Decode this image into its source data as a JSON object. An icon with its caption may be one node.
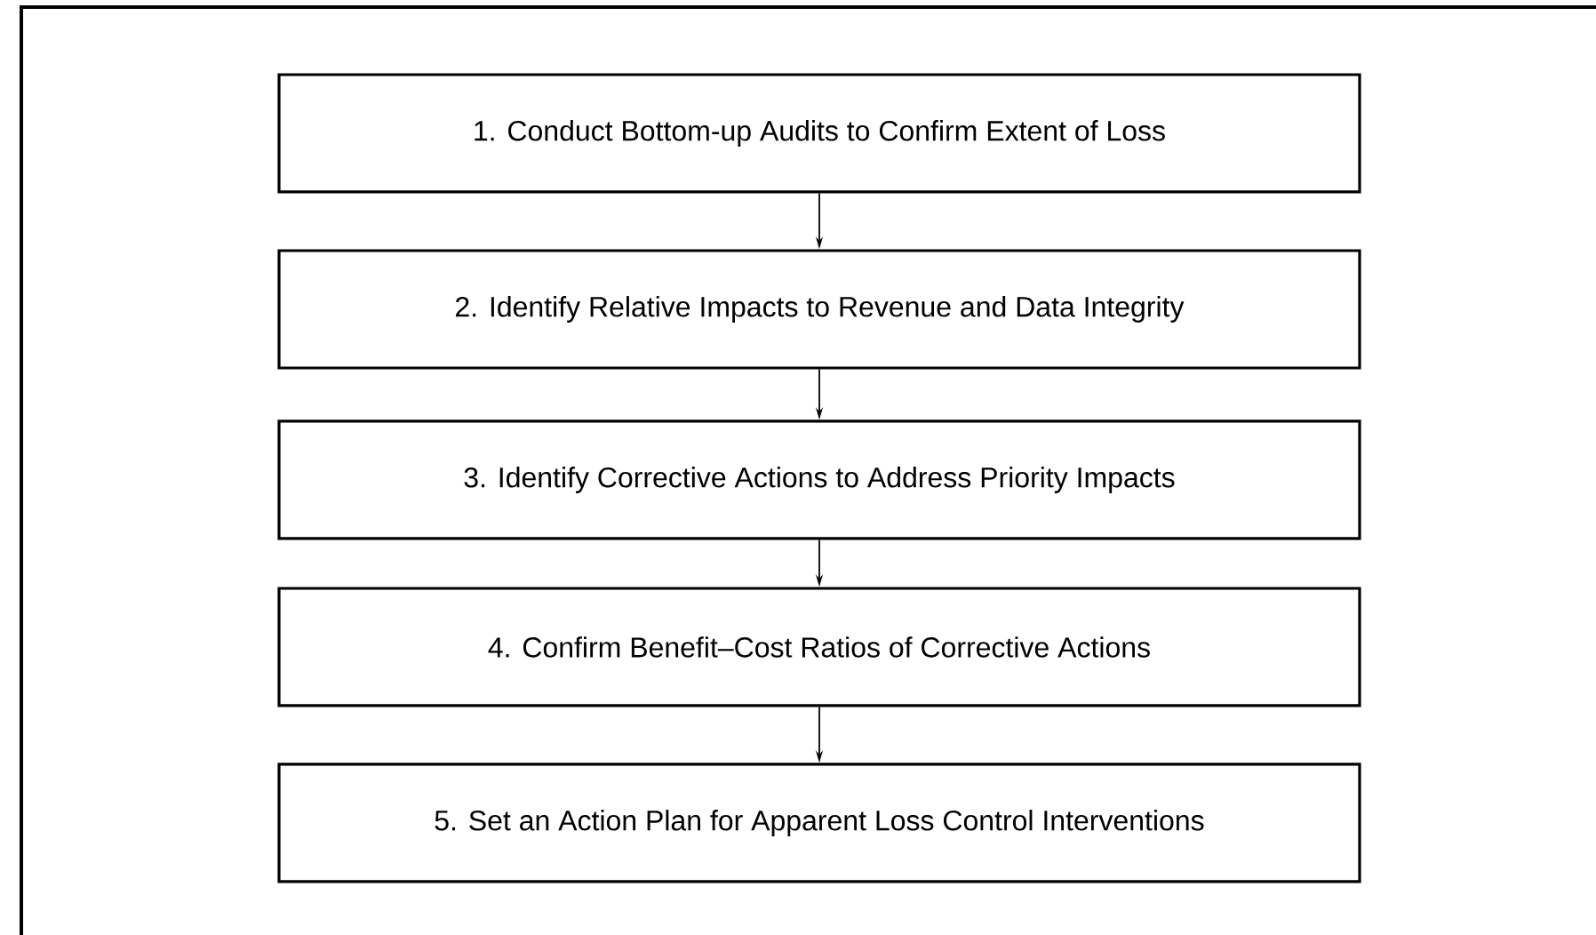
{
  "diagram": {
    "nodes": [
      {
        "text": [
          "1. Conduct Bottom-up Audits to Confirm Extent of Loss"
        ]
      },
      {
        "text": [
          "2. Identify Relative Impacts to Revenue and Data Integrity"
        ]
      },
      {
        "text": [
          "3. Identify Corrective Actions to Address Priority Impacts"
        ]
      },
      {
        "text": [
          "4. Confirm Benefit–Cost Ratios of Corrective Actions"
        ]
      },
      {
        "text": [
          "5. Set an Action Plan for Apparent Loss Control Interventions"
        ]
      }
    ],
    "edges": [
      {
        "from": 0,
        "to": 1,
        "arrow": "to"
      },
      {
        "from": 1,
        "to": 2,
        "arrow": "to"
      },
      {
        "from": 2,
        "to": 3,
        "arrow": "to"
      },
      {
        "from": 3,
        "to": 4,
        "arrow": "to"
      }
    ]
  }
}
